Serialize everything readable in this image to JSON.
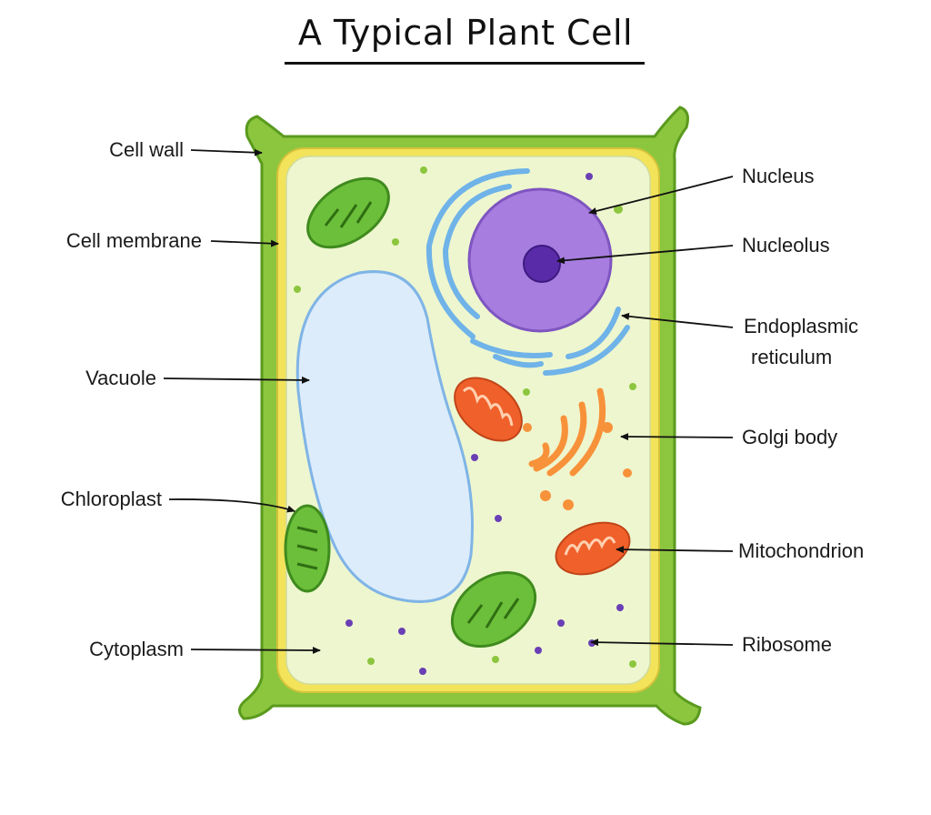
{
  "title": "A Typical Plant Cell",
  "labels": {
    "cell_wall": "Cell wall",
    "cell_membrane": "Cell membrane",
    "vacuole": "Vacuole",
    "chloroplast": "Chloroplast",
    "cytoplasm": "Cytoplasm",
    "nucleus": "Nucleus",
    "nucleolus": "Nucleolus",
    "endoplasmic_reticulum_1": "Endoplasmic",
    "endoplasmic_reticulum_2": "reticulum",
    "golgi_body": "Golgi body",
    "mitochondrion": "Mitochondrion",
    "ribosome": "Ribosome"
  },
  "colors": {
    "cell_wall": "#8cc63f",
    "cell_wall_stroke": "#5a9a1e",
    "membrane": "#f2e35a",
    "cytoplasm": "#eef6cf",
    "vacuole": "#dcecfa",
    "vacuole_stroke": "#7fb4e6",
    "nucleus": "#a77de0",
    "nucleolus": "#5a2ba8",
    "er": "#6fb3e8",
    "golgi": "#f7923a",
    "mitochondrion": "#f0602a",
    "chloroplast": "#6cbf3a",
    "ribosome": "#6a3fb5"
  }
}
